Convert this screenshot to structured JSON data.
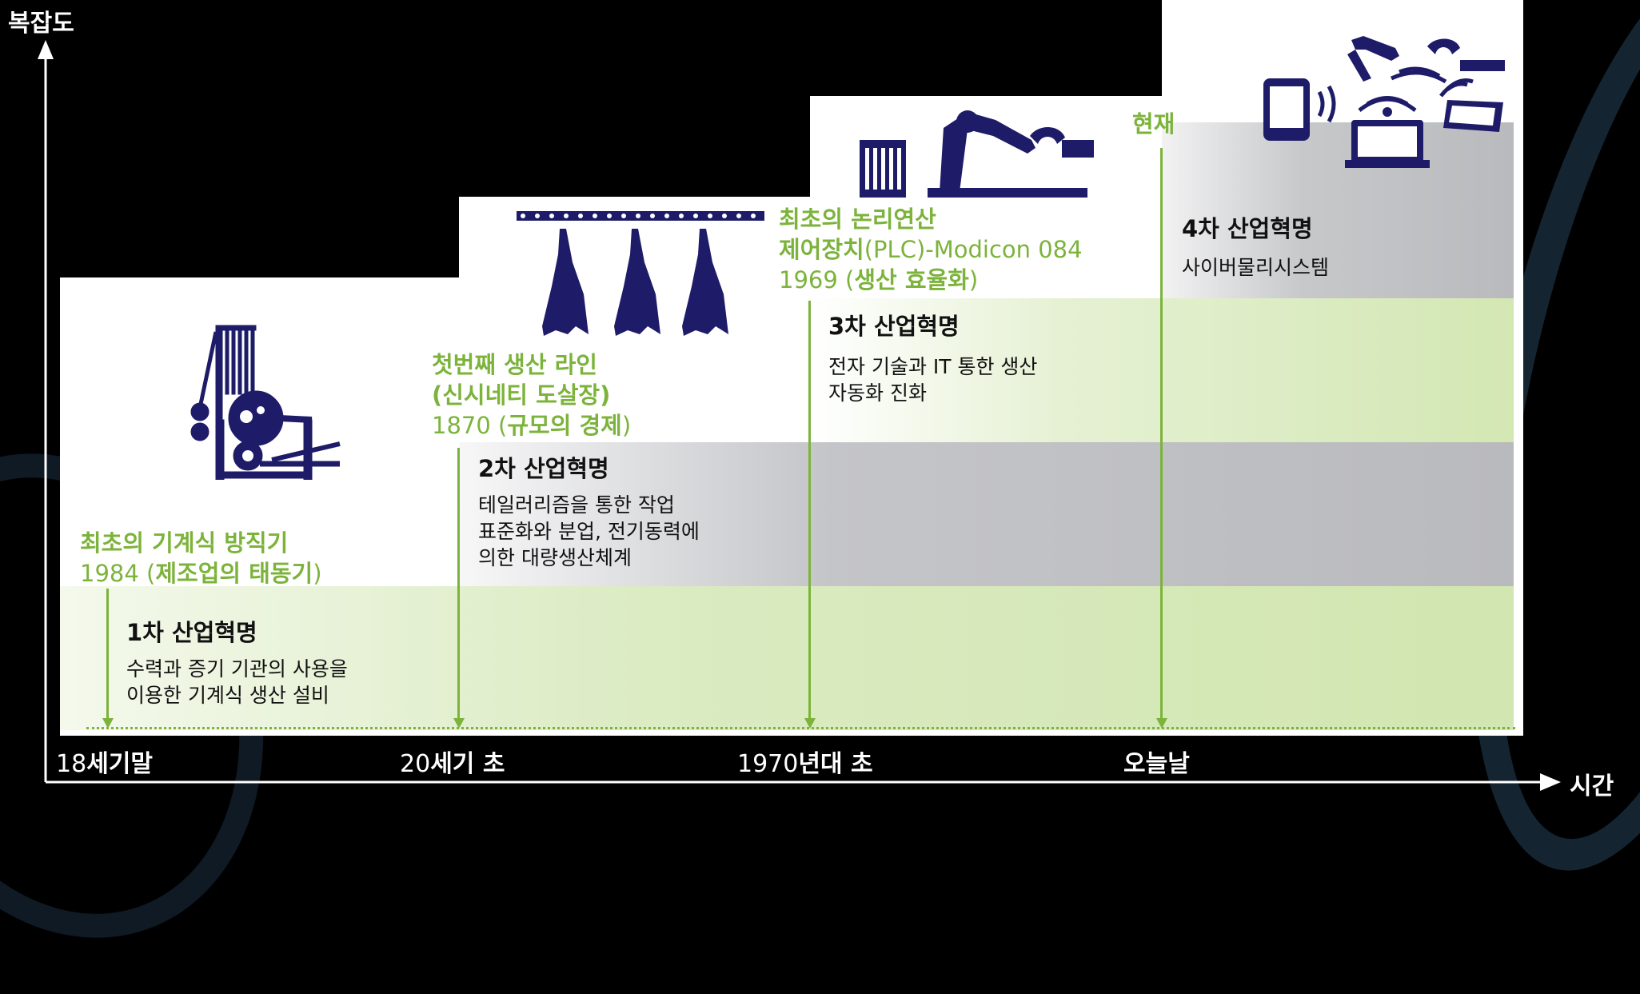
{
  "axes": {
    "y_label": "복잡도",
    "x_label": "시간"
  },
  "x_labels": [
    {
      "num": "18",
      "bold": "세기말"
    },
    {
      "num": "20",
      "bold": "세기 초"
    },
    {
      "num": "1970",
      "bold": "년대 초"
    },
    {
      "num": "",
      "bold": "오늘날"
    }
  ],
  "stages": [
    {
      "title": "1차 산업혁명",
      "desc": "수력과 증기 기관의 사용을\n이용한 기계식 생산 설비"
    },
    {
      "title": "2차 산업혁명",
      "desc": "테일러리즘을 통한 작업\n표준화와 분업, 전기동력에\n의한 대량생산체계"
    },
    {
      "title": "3차 산업혁명",
      "desc": "전자 기술과 IT 통한 생산\n자동화 진화"
    },
    {
      "title": "4차 산업혁명",
      "desc": "사이버물리시스템"
    }
  ],
  "milestones": {
    "m1": {
      "line1": "최초의 기계식 방직기",
      "year": "1984",
      "paren_open": " (",
      "bold": "제조업의 태동기",
      "paren_close": ")"
    },
    "m2": {
      "line1": "첫번째 생산 라인",
      "line2": "(신시네티 도살장)",
      "year": "1870",
      "paren_open": " (",
      "bold": "규모의 경제",
      "paren_close": ")"
    },
    "m3": {
      "line1": "최초의 논리연산",
      "line2_bold": "제어장치",
      "line2_rest": "(PLC)-Modicon 084",
      "year": "1969",
      "paren_open": " (",
      "bold": "생산 효율화",
      "paren_close": ")"
    },
    "m4": {
      "label": "현재"
    }
  },
  "icons": [
    "loom-icon",
    "slaughter-line-icon",
    "plc-robot-arm-icon",
    "cyber-physical-devices-icon"
  ],
  "colors": {
    "accent_green": "#7cb33b",
    "band_green": "#d3e7b3",
    "band_gray": "#b9babd",
    "icon_navy": "#1e1c69",
    "background": "#000000"
  }
}
